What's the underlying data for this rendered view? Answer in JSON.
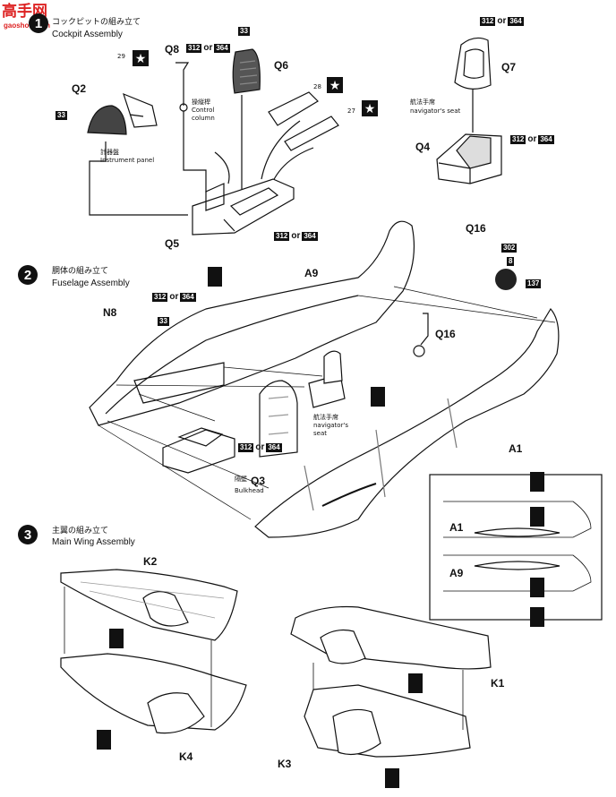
{
  "logo": {
    "title": "高手网",
    "url": "gaoshou.com"
  },
  "steps": [
    {
      "number": "1",
      "title_jp": "コックピットの組み立て",
      "title_en": "Cockpit Assembly"
    },
    {
      "number": "2",
      "title_jp": "胴体の組み立て",
      "title_en": "Fuselage Assembly"
    },
    {
      "number": "3",
      "title_jp": "主翼の組み立て",
      "title_en": "Main Wing Assembly"
    }
  ],
  "parts": {
    "q2": "Q2",
    "q8": "Q8",
    "q6": "Q6",
    "q7": "Q7",
    "q4": "Q4",
    "q5": "Q5",
    "q16_a": "Q16",
    "q16_b": "Q16",
    "a9": "A9",
    "n8": "N8",
    "a1": "A1",
    "q3": "Q3",
    "k2": "K2",
    "k1": "K1",
    "k4": "K4",
    "k3": "K3",
    "inset_a1": "A1",
    "inset_a9": "A9"
  },
  "codes": {
    "c33_a": "33",
    "c33_b": "33",
    "c33_c": "33",
    "c29": "29",
    "c28": "28",
    "c27": "27",
    "c312": "312",
    "c364": "364",
    "or": "or",
    "c302": "302",
    "c8": "8",
    "c137": "137"
  },
  "labels": {
    "instrument_jp": "計器盤",
    "instrument_en": "Instrument panel",
    "control_jp": "操縦桿",
    "control_en1": "Control",
    "control_en2": "column",
    "nav_jp": "航法手席",
    "nav_en": "navigator's seat",
    "nav2_jp": "航法手席",
    "nav2_en1": "navigator's",
    "nav2_en2": "seat",
    "bulkhead_jp": "隔壁",
    "bulkhead_en": "Bulkhead"
  },
  "icons": {
    "star": "★"
  }
}
